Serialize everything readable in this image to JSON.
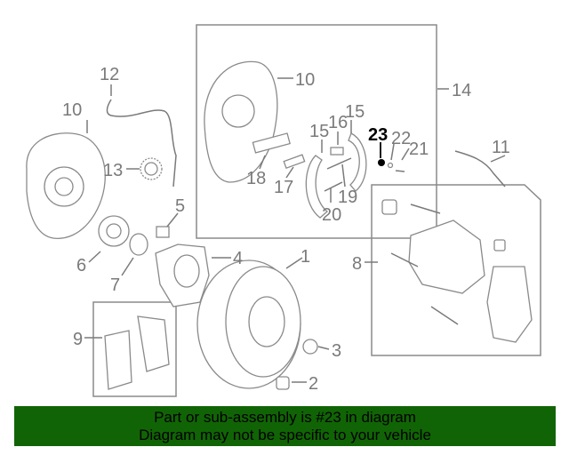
{
  "diagram": {
    "highlighted_part": "23",
    "labels": {
      "l1": "1",
      "l2": "2",
      "l3": "3",
      "l4": "4",
      "l5": "5",
      "l6": "6",
      "l7": "7",
      "l8": "8",
      "l9": "9",
      "l10a": "10",
      "l10b": "10",
      "l11": "11",
      "l12": "12",
      "l13": "13",
      "l14": "14",
      "l15a": "15",
      "l15b": "15",
      "l16": "16",
      "l17": "17",
      "l18": "18",
      "l19": "19",
      "l20": "20",
      "l21": "21",
      "l22": "22",
      "l23": "23"
    }
  },
  "banner": {
    "line1": "Part or sub-assembly is #23 in diagram",
    "line2": "Diagram may not be specific to your vehicle",
    "color": "#116405"
  }
}
